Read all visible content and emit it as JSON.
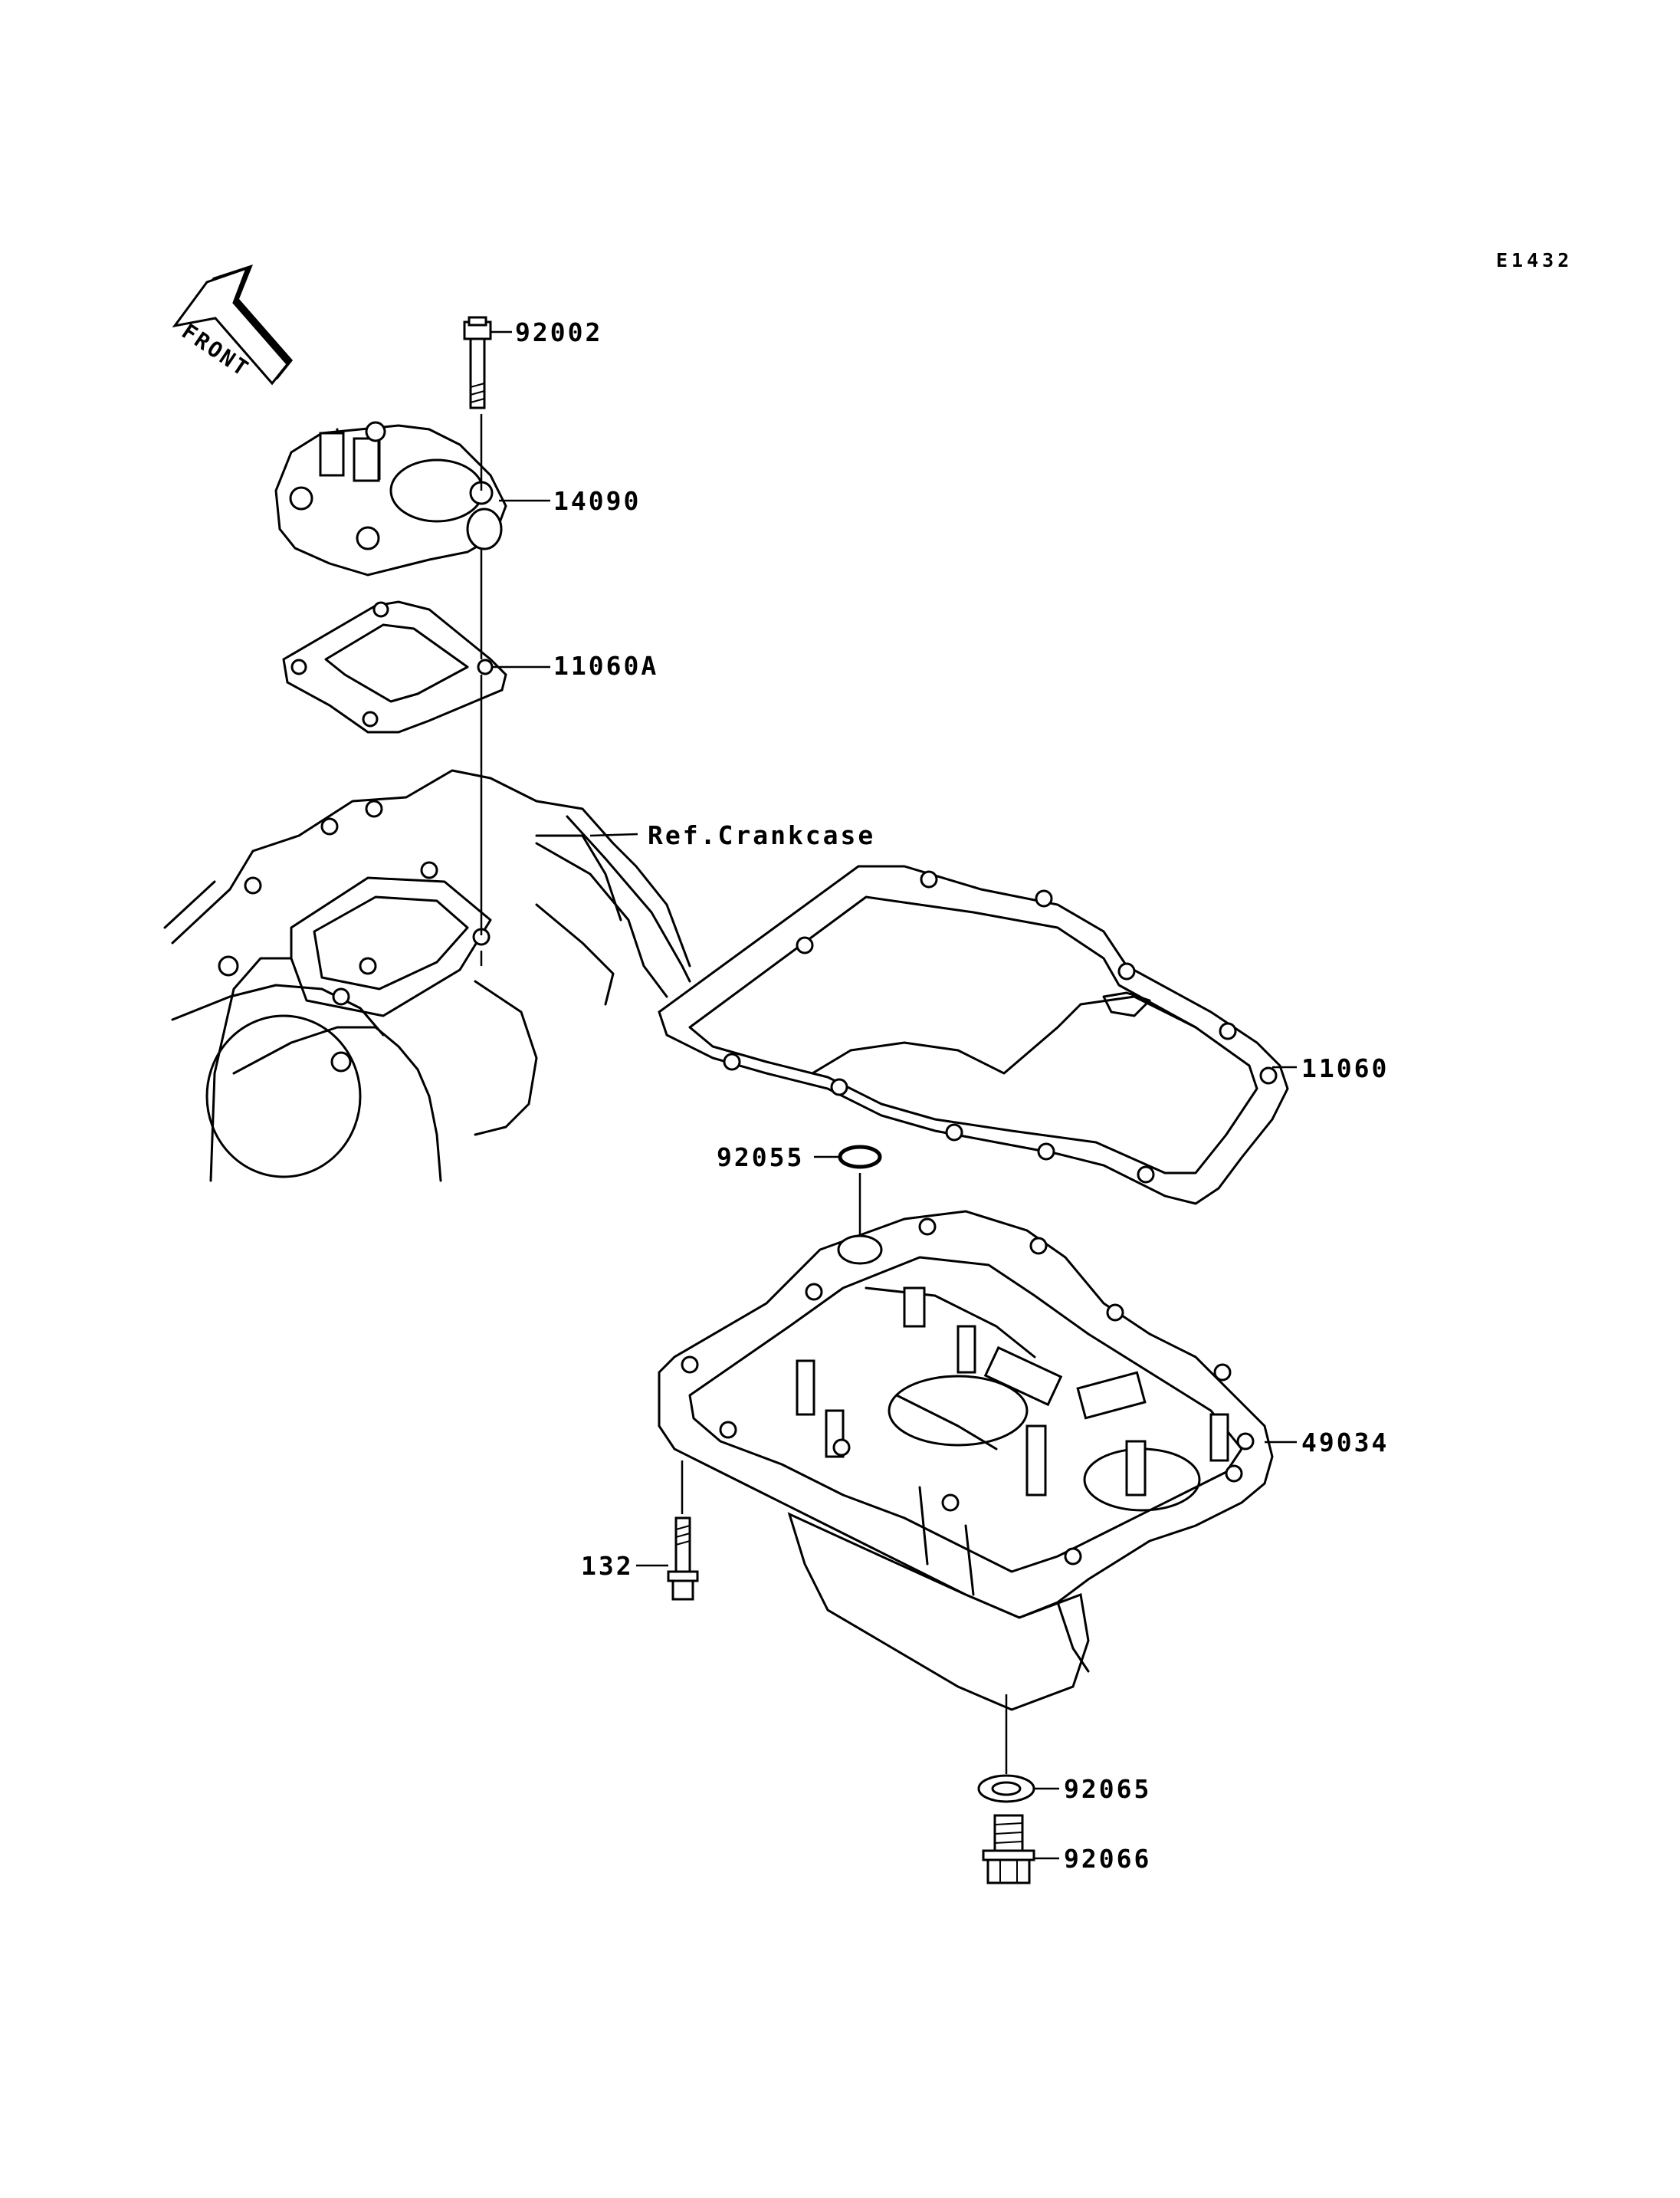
{
  "diagram_code": "E1432",
  "direction_badge": {
    "text": "FRONT",
    "icon": "front-arrow-icon"
  },
  "callouts": [
    {
      "id": "92002",
      "part": "bolt"
    },
    {
      "id": "14090",
      "part": "breather-cover"
    },
    {
      "id": "11060A",
      "part": "breather-gasket"
    },
    {
      "id": "Ref.Crankcase",
      "part": "crankcase-reference"
    },
    {
      "id": "11060",
      "part": "oil-pan-gasket"
    },
    {
      "id": "92055",
      "part": "o-ring"
    },
    {
      "id": "49034",
      "part": "oil-pan"
    },
    {
      "id": "132",
      "part": "flanged-bolt"
    },
    {
      "id": "92065",
      "part": "drain-washer"
    },
    {
      "id": "92066",
      "part": "drain-plug"
    }
  ]
}
